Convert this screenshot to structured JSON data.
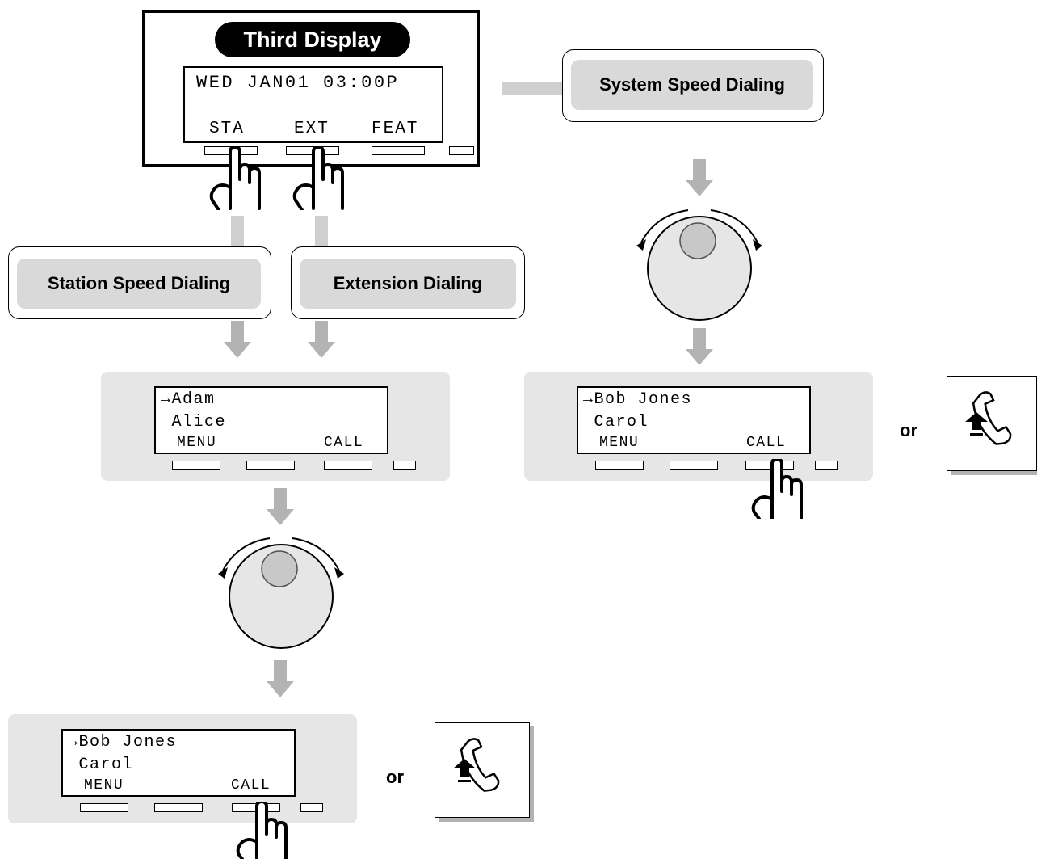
{
  "third_display": {
    "title": "Third Display",
    "line1": "WED JAN01 03:00P",
    "softkeys": [
      "STA",
      "EXT",
      "FEAT"
    ]
  },
  "modes": {
    "system": "System Speed Dialing",
    "station": "Station Speed Dialing",
    "extension": "Extension Dialing"
  },
  "middle_display": {
    "line1": "→Adam",
    "line2": " Alice",
    "softkey_left": "MENU",
    "softkey_right": "CALL"
  },
  "right_display": {
    "line1": "→Bob Jones",
    "line2": " Carol",
    "softkey_left": "MENU",
    "softkey_right": "CALL"
  },
  "bottom_display": {
    "line1": "→Bob Jones",
    "line2": " Carol",
    "softkey_left": "MENU",
    "softkey_right": "CALL"
  },
  "or_label": "or",
  "icons": {
    "jog_dial": "jog-dial-icon",
    "finger": "pressing-finger-icon",
    "handset": "off-hook-handset-icon",
    "arrow": "down-arrow-icon"
  },
  "colors": {
    "arrow": "#b3b3b3",
    "panel": "#e6e6e6",
    "label_fill": "#d9d9d9"
  }
}
